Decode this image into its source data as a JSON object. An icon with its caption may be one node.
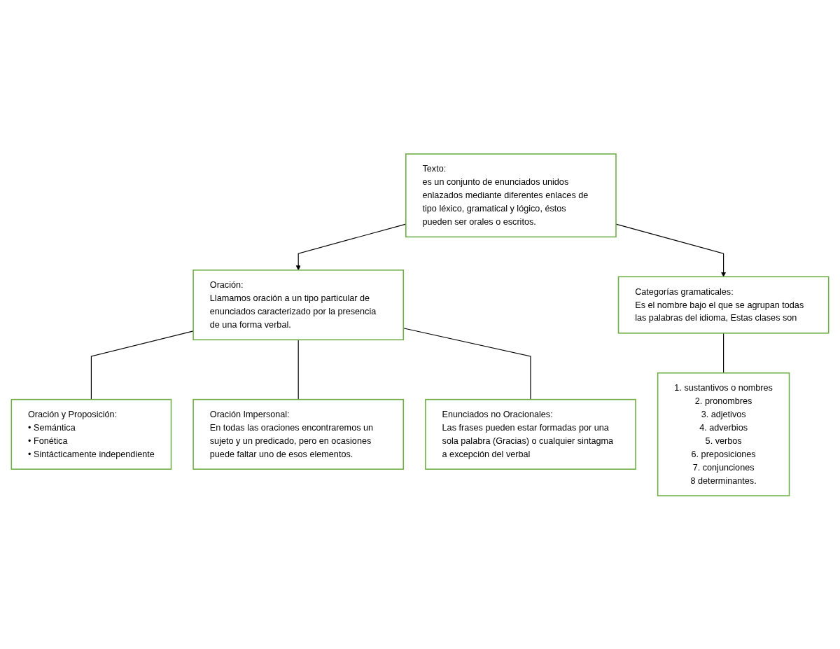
{
  "diagram": {
    "nodes": [
      {
        "text": [
          "Texto:",
          "es un conjunto de enunciados unidos enlazados mediante diferentes enlaces de tipo léxico, gramatical y lógico, éstos pueden ser orales o escritos."
        ]
      },
      {
        "text": [
          "Oración:",
          "Llamamos oración a un tipo particular de enunciados caracterizado por la presencia de una forma verbal."
        ]
      },
      {
        "text": [
          "Categorías gramaticales:",
          "Es el nombre bajo el que se agrupan todas las palabras del idioma, Estas clases son"
        ]
      },
      {
        "text": [
          "Oración y Proposición:",
          "• Semántica",
          "• Fonética",
          "• Sintácticamente independiente"
        ]
      },
      {
        "text": [
          "Oración Impersonal:",
          "En todas las oraciones encontraremos un sujeto y un predicado, pero en ocasiones puede faltar uno de esos elementos."
        ]
      },
      {
        "text": [
          "Enunciados no Oracionales:",
          "Las frases pueden estar formadas por una sola palabra (Gracias) o cualquier sintagma a excepción del verbal"
        ]
      },
      {
        "text": [
          "1. sustantivos o nombres",
          "2. pronombres",
          "3. adjetivos",
          "4. adverbios",
          "5. verbos",
          "6. preposiciones",
          "7. conjunciones",
          "8 determinantes."
        ]
      }
    ],
    "edges": [
      {
        "from": 0,
        "to": 1,
        "arrow": "to"
      },
      {
        "from": 0,
        "to": 2,
        "arrow": "to"
      },
      {
        "from": 2,
        "to": 6,
        "arrow": "none"
      },
      {
        "from": 1,
        "to": 3,
        "arrow": "none"
      },
      {
        "from": 1,
        "to": 4,
        "arrow": "none"
      },
      {
        "from": 1,
        "to": 5,
        "arrow": "none"
      }
    ]
  }
}
